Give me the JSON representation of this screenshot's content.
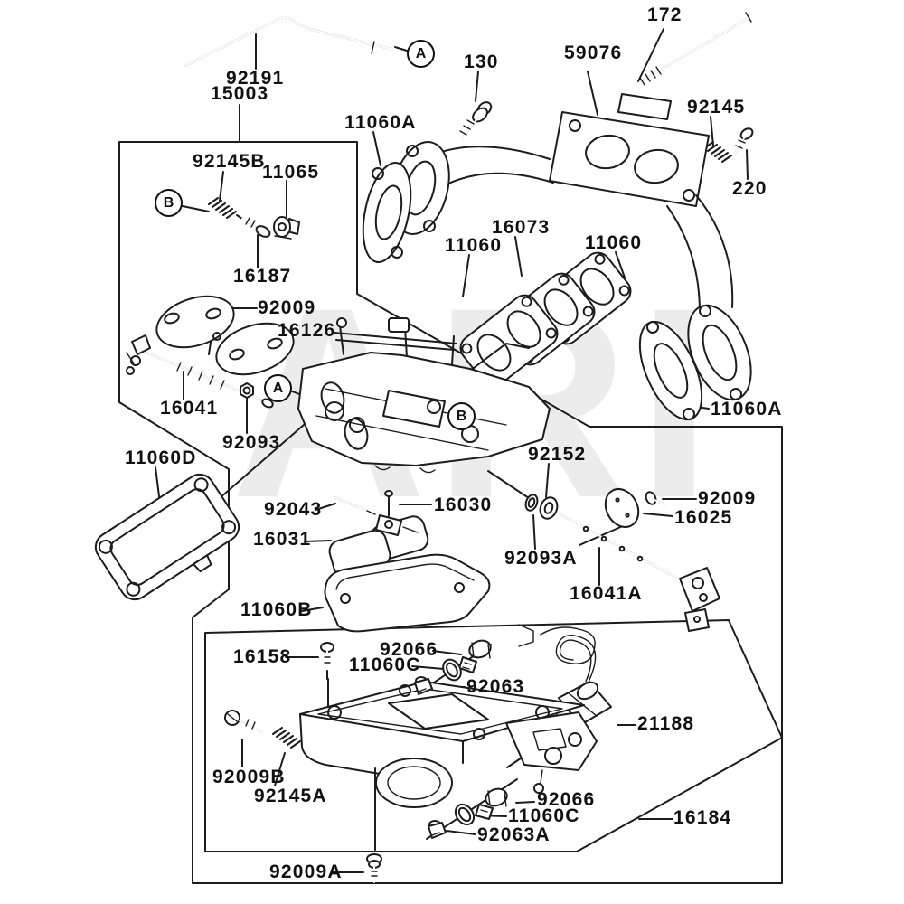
{
  "page": {
    "watermark_text": "ARI",
    "line_color": "#1c1c1c",
    "background": "#ffffff"
  },
  "callouts": [
    {
      "letter": "A"
    },
    {
      "letter": "B"
    },
    {
      "letter": "A"
    },
    {
      "letter": "B"
    }
  ],
  "part_labels": [
    {
      "text": "92191"
    },
    {
      "text": "15003"
    },
    {
      "text": "130"
    },
    {
      "text": "59076"
    },
    {
      "text": "172"
    },
    {
      "text": "92145"
    },
    {
      "text": "220"
    },
    {
      "text": "11060A"
    },
    {
      "text": "92145B"
    },
    {
      "text": "11065"
    },
    {
      "text": "16187"
    },
    {
      "text": "92009"
    },
    {
      "text": "16126"
    },
    {
      "text": "16041"
    },
    {
      "text": "92093"
    },
    {
      "text": "11060"
    },
    {
      "text": "16073"
    },
    {
      "text": "11060"
    },
    {
      "text": "11060A"
    },
    {
      "text": "11060D"
    },
    {
      "text": "92152"
    },
    {
      "text": "92043"
    },
    {
      "text": "16030"
    },
    {
      "text": "16031"
    },
    {
      "text": "92009"
    },
    {
      "text": "16025"
    },
    {
      "text": "92093A"
    },
    {
      "text": "16041A"
    },
    {
      "text": "11060B"
    },
    {
      "text": "16158"
    },
    {
      "text": "92066"
    },
    {
      "text": "11060C"
    },
    {
      "text": "92063"
    },
    {
      "text": "21188"
    },
    {
      "text": "92009B"
    },
    {
      "text": "92145A"
    },
    {
      "text": "92066"
    },
    {
      "text": "11060C"
    },
    {
      "text": "92063A"
    },
    {
      "text": "92009A"
    },
    {
      "text": "16184"
    }
  ]
}
